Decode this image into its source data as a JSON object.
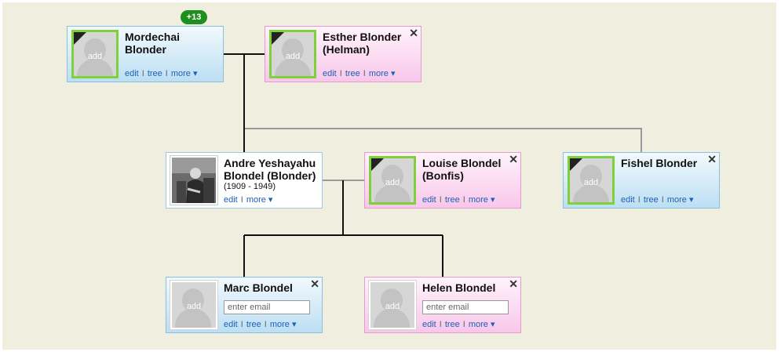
{
  "badge": {
    "label": "+13"
  },
  "photo_placeholder": "add",
  "links": {
    "edit": "edit",
    "tree": "tree",
    "more": "more ▾",
    "sep": "I"
  },
  "close_glyph": "✕",
  "email_placeholder": "enter email",
  "people": {
    "mordechai": {
      "name": "Mordechai Blonder"
    },
    "esther": {
      "name": "Esther Blonder (Helman)"
    },
    "andre": {
      "name": "Andre Yeshayahu Blondel (Blonder)",
      "dates": "(1909 - 1949)"
    },
    "louise": {
      "name": "Louise Blondel (Bonfis)"
    },
    "fishel": {
      "name": "Fishel Blonder"
    },
    "marc": {
      "name": "Marc Blondel"
    },
    "helen": {
      "name": "Helen Blondel"
    }
  },
  "colors": {
    "male_card": "#bcdff3",
    "female_card": "#f8c7ea",
    "living_border": "#7fd13a",
    "badge": "#1e8f1e",
    "link": "#1f5fb8"
  },
  "icons": {
    "badge": "cloud-badge-icon",
    "photo": "silhouette-icon",
    "close": "close-icon"
  }
}
